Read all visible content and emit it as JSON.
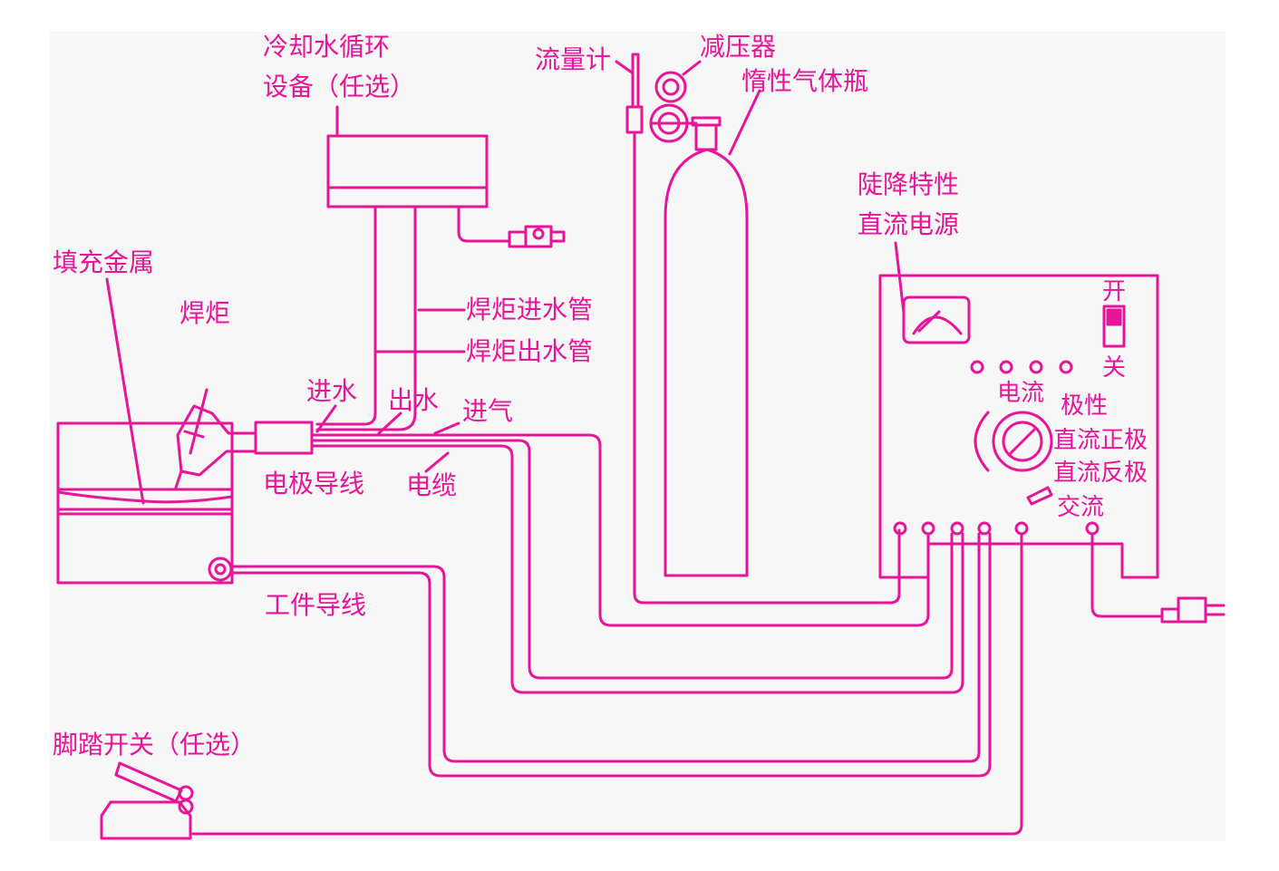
{
  "colors": {
    "line": "#e8149a",
    "panel": "#f7f7f7",
    "background": "#ffffff"
  },
  "labels": {
    "cooling_1": "冷却水循环",
    "cooling_2": "设备（任选）",
    "flowmeter": "流量计",
    "regulator": "减压器",
    "gas_cylinder": "惰性气体瓶",
    "power_1": "陡降特性",
    "power_2": "直流电源",
    "filler_metal": "填充金属",
    "torch": "焊炬",
    "torch_water_in": "焊炬进水管",
    "torch_water_out": "焊炬出水管",
    "water_in": "进水",
    "water_out": "出水",
    "gas_in": "进气",
    "electrode_lead": "电极导线",
    "cable": "电缆",
    "work_lead": "工件导线",
    "foot_switch": "脚踏开关（任选）",
    "switch_on": "开",
    "switch_off": "关",
    "current": "电流",
    "polarity": "极性",
    "dcen": "直流正极",
    "dcep": "直流反极",
    "ac": "交流"
  }
}
